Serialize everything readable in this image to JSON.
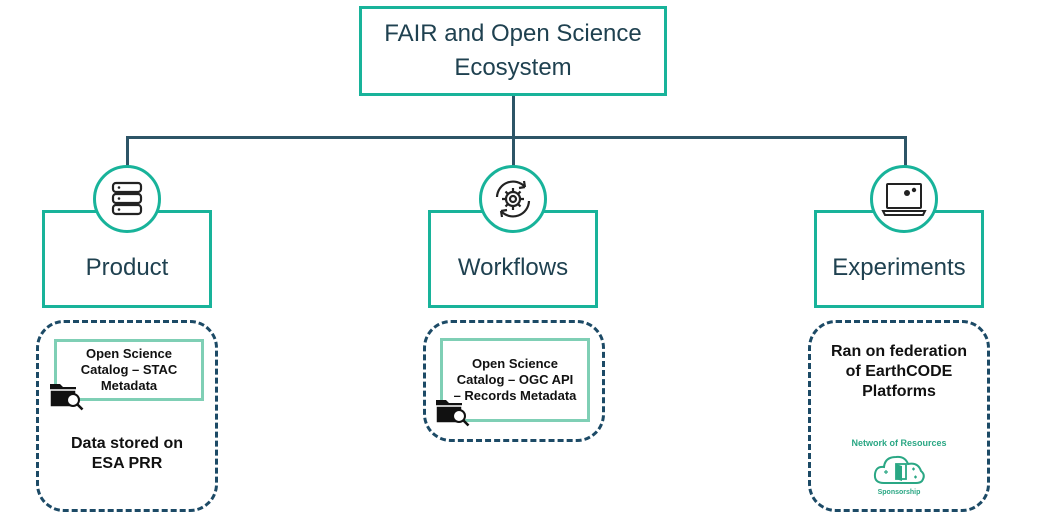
{
  "root": {
    "title": "FAIR and Open Science Ecosystem"
  },
  "categories": [
    {
      "label": "Product",
      "icon": "database-icon"
    },
    {
      "label": "Workflows",
      "icon": "gear-cycle-icon"
    },
    {
      "label": "Experiments",
      "icon": "laptop-gears-icon"
    }
  ],
  "product_detail": {
    "catalog_label": "Open Science Catalog – STAC Metadata",
    "storage_text": "Data stored on ESA PRR"
  },
  "workflows_detail": {
    "catalog_label": "Open Science Catalog – OGC API – Records Metadata"
  },
  "experiments_detail": {
    "text": "Ran on federation of EarthCODE Platforms",
    "logo_top": "Network of Resources",
    "logo_bottom": "Sponsorship"
  },
  "colors": {
    "teal": "#18b39a",
    "dark": "#1c4a66",
    "light_teal": "#7fcfb5"
  }
}
